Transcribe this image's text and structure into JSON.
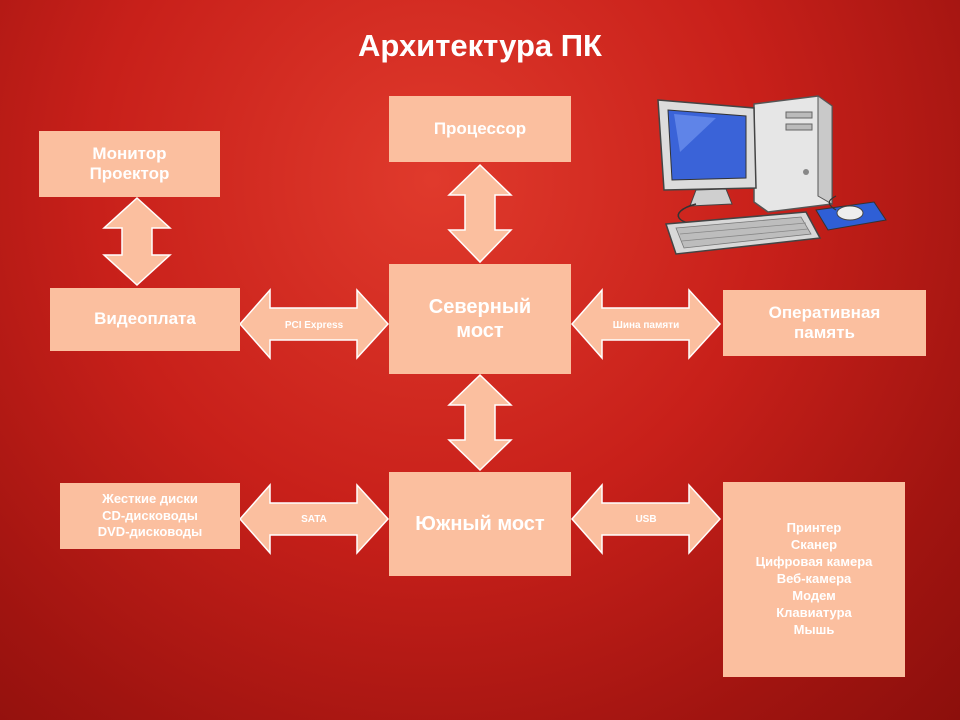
{
  "title": "Архитектура ПК",
  "blocks": {
    "monitor": "Монитор\nПроектор",
    "cpu": "Процессор",
    "video": "Видеоплата",
    "north": "Северный\nмост",
    "ram": "Оперативная\nпамять",
    "disks": "Жесткие диски\nCD-дисководы\nDVD-дисководы",
    "south": "Южный мост",
    "peripherals": "Принтер\nСканер\nЦифровая камера\nВеб-камера\nМодем\nКлавиатура\nМышь"
  },
  "buses": {
    "pci": "PCI Express",
    "memory": "Шина памяти",
    "sata": "SATA",
    "usb": "USB"
  },
  "colors": {
    "block_fill": "#fbbf9f",
    "background": "#c8201a",
    "text": "#ffffff"
  },
  "icons": [
    "desktop-computer-icon"
  ]
}
